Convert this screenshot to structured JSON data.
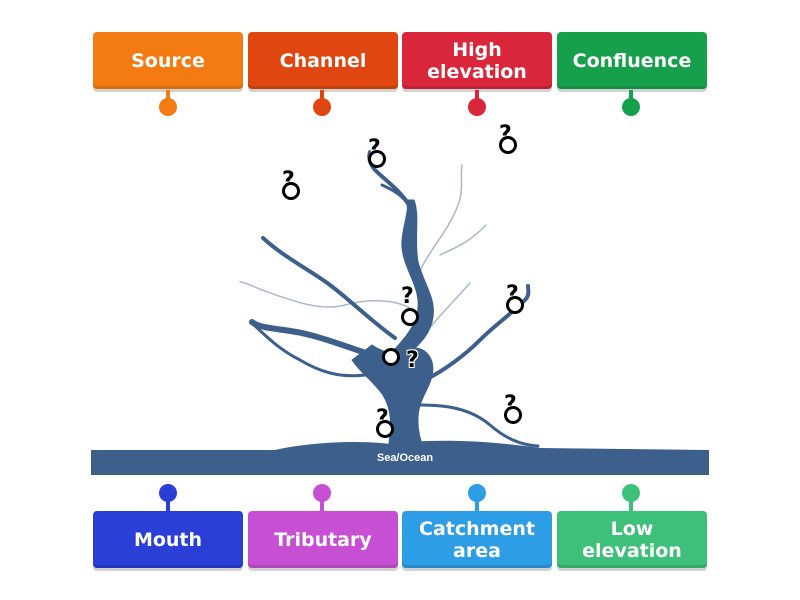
{
  "diagram": {
    "sea_label": "Sea/Ocean",
    "colors": {
      "river": "#3d5f8b",
      "sea": "#3d5f8b",
      "minor_streams": "#a9b8cc"
    },
    "hotspot_marker": "?"
  },
  "labels_top": [
    {
      "text": "Source",
      "color": "#f47a12",
      "pin_color": "#f47a12"
    },
    {
      "text": "Channel",
      "color": "#e0460f",
      "pin_color": "#e0460f"
    },
    {
      "text": "High\nelevation",
      "color": "#d9263b",
      "pin_color": "#d9263b"
    },
    {
      "text": "Confluence",
      "color": "#17a04b",
      "pin_color": "#17a04b"
    }
  ],
  "labels_bottom": [
    {
      "text": "Mouth",
      "color": "#2a3fd6",
      "pin_color": "#2a3fd6"
    },
    {
      "text": "Tributary",
      "color": "#c64fd4",
      "pin_color": "#c64fd4"
    },
    {
      "text": "Catchment\narea",
      "color": "#2d9de6",
      "pin_color": "#2d9de6"
    },
    {
      "text": "Low\nelevation",
      "color": "#3cc07a",
      "pin_color": "#3cc07a"
    }
  ]
}
